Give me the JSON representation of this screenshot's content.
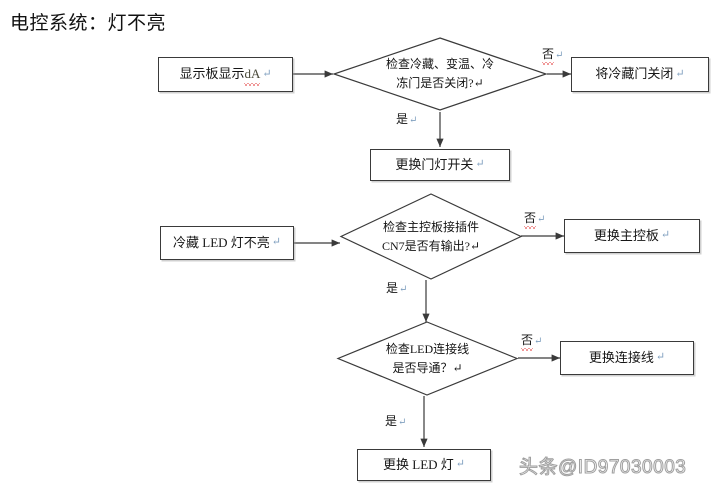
{
  "page": {
    "title": "电控系统：灯不亮",
    "watermark": "头条@ID97030003",
    "pilcrow": "↵"
  },
  "nodes": {
    "start_display": {
      "label": "显示板显示 ",
      "label_misspelled": "dA",
      "type": "process"
    },
    "check_doors": {
      "line1": "检查冷藏、变温、冷",
      "line2": "冻门是否关闭?",
      "type": "decision"
    },
    "close_door": {
      "label": "将冷藏门关闭",
      "type": "process"
    },
    "replace_switch": {
      "label": "更换门灯开关",
      "type": "process"
    },
    "start_led": {
      "label": "冷藏 LED 灯不亮",
      "type": "process"
    },
    "check_cn7": {
      "line1": "检查主控板接插件",
      "line2": "CN7是否有输出?",
      "type": "decision"
    },
    "replace_board": {
      "label": "更换主控板",
      "type": "process"
    },
    "check_wire": {
      "line1": "检查LED连接线",
      "line2": "是否导通？",
      "type": "decision"
    },
    "replace_wire": {
      "label": "更换连接线",
      "type": "process"
    },
    "replace_led": {
      "label": "更换 LED 灯",
      "type": "process"
    }
  },
  "edges": {
    "doors_no": "否",
    "doors_yes": "是",
    "cn7_no": "否",
    "cn7_yes": "是",
    "wire_no": "否",
    "wire_yes": "是"
  },
  "colors": {
    "stroke": "#3a3a3a",
    "text": "#161616",
    "spellcheck": "#e03131",
    "pilcrow": "#7f9fbf",
    "background": "#ffffff"
  }
}
